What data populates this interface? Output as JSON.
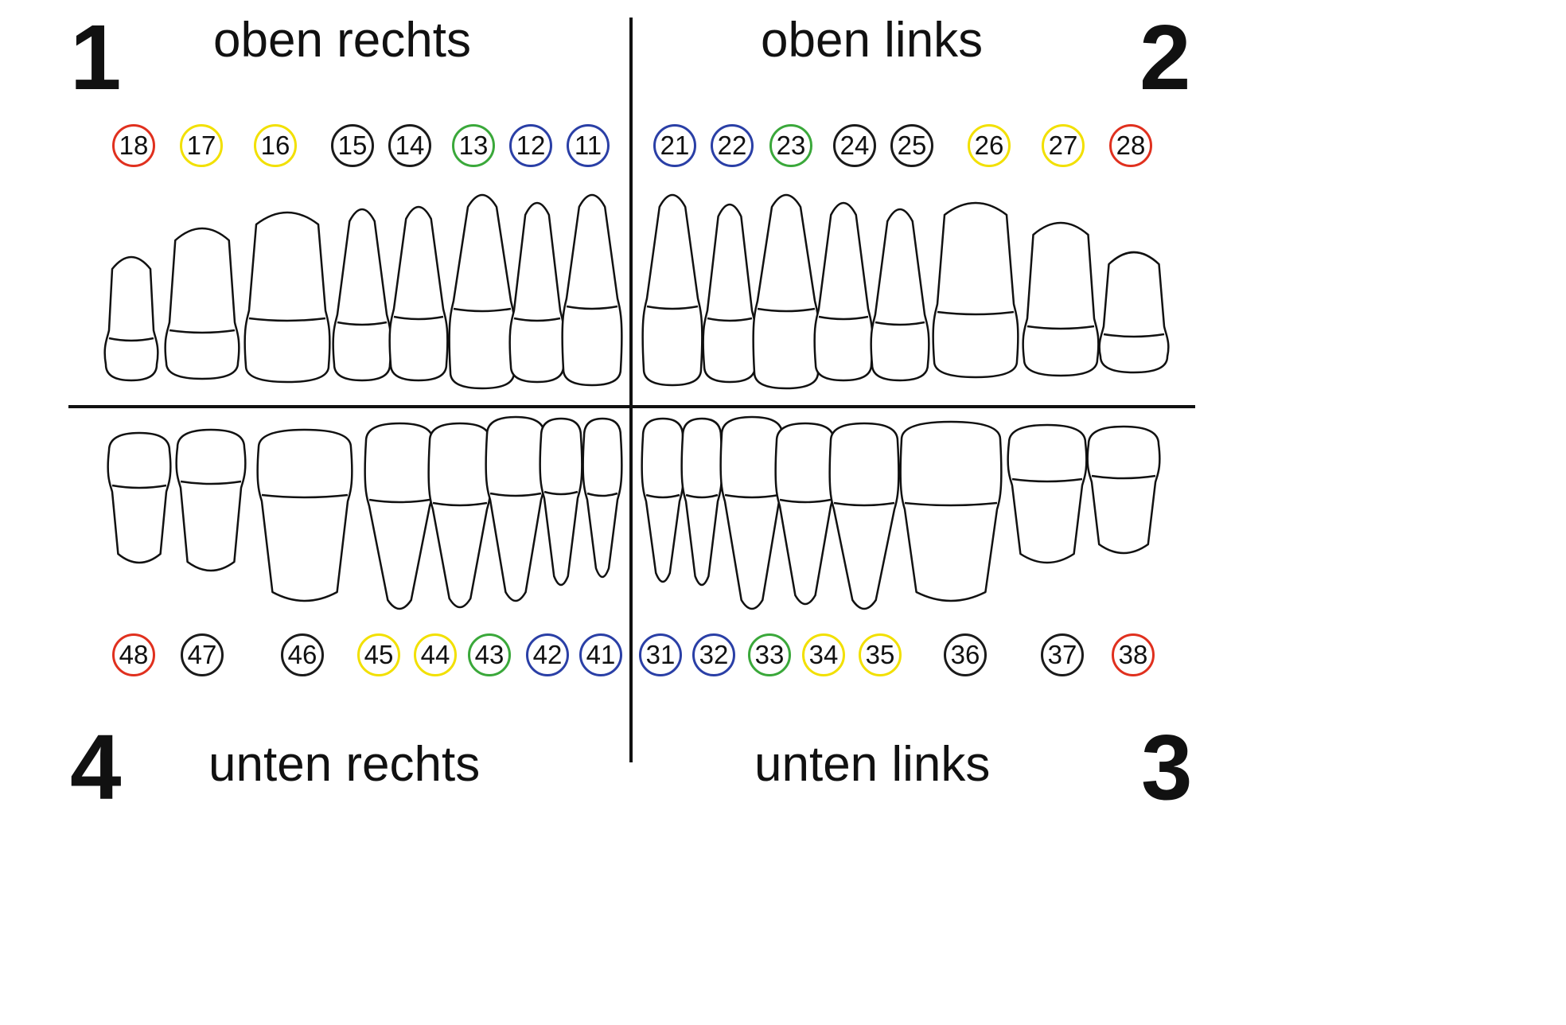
{
  "quadrants": {
    "q1": {
      "number": "1",
      "label": "oben rechts"
    },
    "q2": {
      "number": "2",
      "label": "oben links"
    },
    "q3": {
      "number": "3",
      "label": "unten links"
    },
    "q4": {
      "number": "4",
      "label": "unten rechts"
    }
  },
  "colors": {
    "red": "#e0301e",
    "yellow": "#f2e000",
    "black": "#1a1a1a",
    "green": "#3aa83a",
    "blue": "#2a3fa6"
  },
  "upper_teeth": [
    {
      "number": "18",
      "color": "red"
    },
    {
      "number": "17",
      "color": "yellow"
    },
    {
      "number": "16",
      "color": "yellow"
    },
    {
      "number": "15",
      "color": "black"
    },
    {
      "number": "14",
      "color": "black"
    },
    {
      "number": "13",
      "color": "green"
    },
    {
      "number": "12",
      "color": "blue"
    },
    {
      "number": "11",
      "color": "blue"
    },
    {
      "number": "21",
      "color": "blue"
    },
    {
      "number": "22",
      "color": "blue"
    },
    {
      "number": "23",
      "color": "green"
    },
    {
      "number": "24",
      "color": "black"
    },
    {
      "number": "25",
      "color": "black"
    },
    {
      "number": "26",
      "color": "yellow"
    },
    {
      "number": "27",
      "color": "yellow"
    },
    {
      "number": "28",
      "color": "red"
    }
  ],
  "lower_teeth": [
    {
      "number": "48",
      "color": "red"
    },
    {
      "number": "47",
      "color": "black"
    },
    {
      "number": "46",
      "color": "black"
    },
    {
      "number": "45",
      "color": "yellow"
    },
    {
      "number": "44",
      "color": "yellow"
    },
    {
      "number": "43",
      "color": "green"
    },
    {
      "number": "42",
      "color": "blue"
    },
    {
      "number": "41",
      "color": "blue"
    },
    {
      "number": "31",
      "color": "blue"
    },
    {
      "number": "32",
      "color": "blue"
    },
    {
      "number": "33",
      "color": "green"
    },
    {
      "number": "34",
      "color": "yellow"
    },
    {
      "number": "35",
      "color": "yellow"
    },
    {
      "number": "36",
      "color": "black"
    },
    {
      "number": "37",
      "color": "black"
    },
    {
      "number": "38",
      "color": "red"
    }
  ]
}
